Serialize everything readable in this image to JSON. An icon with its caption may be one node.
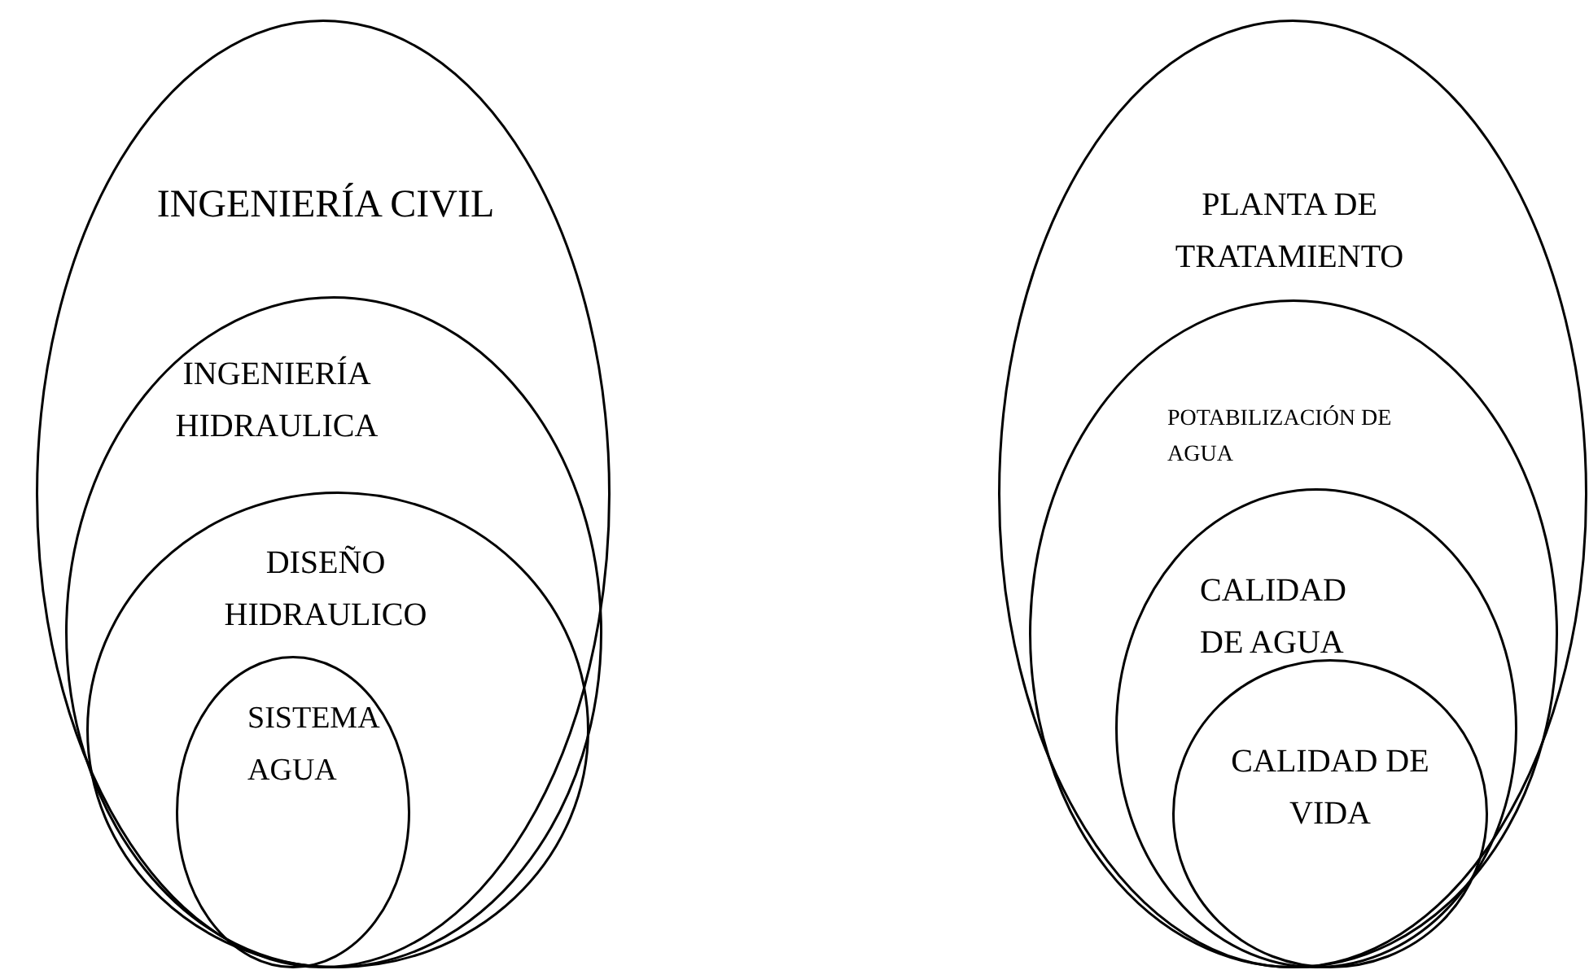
{
  "diagram": {
    "nodes": [
      {
        "text": [
          "INGENIERÍA CIVIL"
        ]
      },
      {
        "text": [
          "INGENIERÍA HIDRAULICA"
        ],
        "in": 0
      },
      {
        "text": [
          "DISEÑO HIDRAULICO"
        ],
        "in": 1
      },
      {
        "text": [
          "SISTEMA AGUA"
        ],
        "in": 2
      },
      {
        "text": [
          "PLANTA DE TRATAMIENTO"
        ]
      },
      {
        "text": [
          "POTABILIZACIÓN DE AGUA"
        ],
        "in": 4
      },
      {
        "text": [
          "CALIDAD DE AGUA"
        ],
        "in": 5
      },
      {
        "text": [
          "CALIDAD DE VIDA"
        ],
        "in": 6
      }
    ]
  }
}
